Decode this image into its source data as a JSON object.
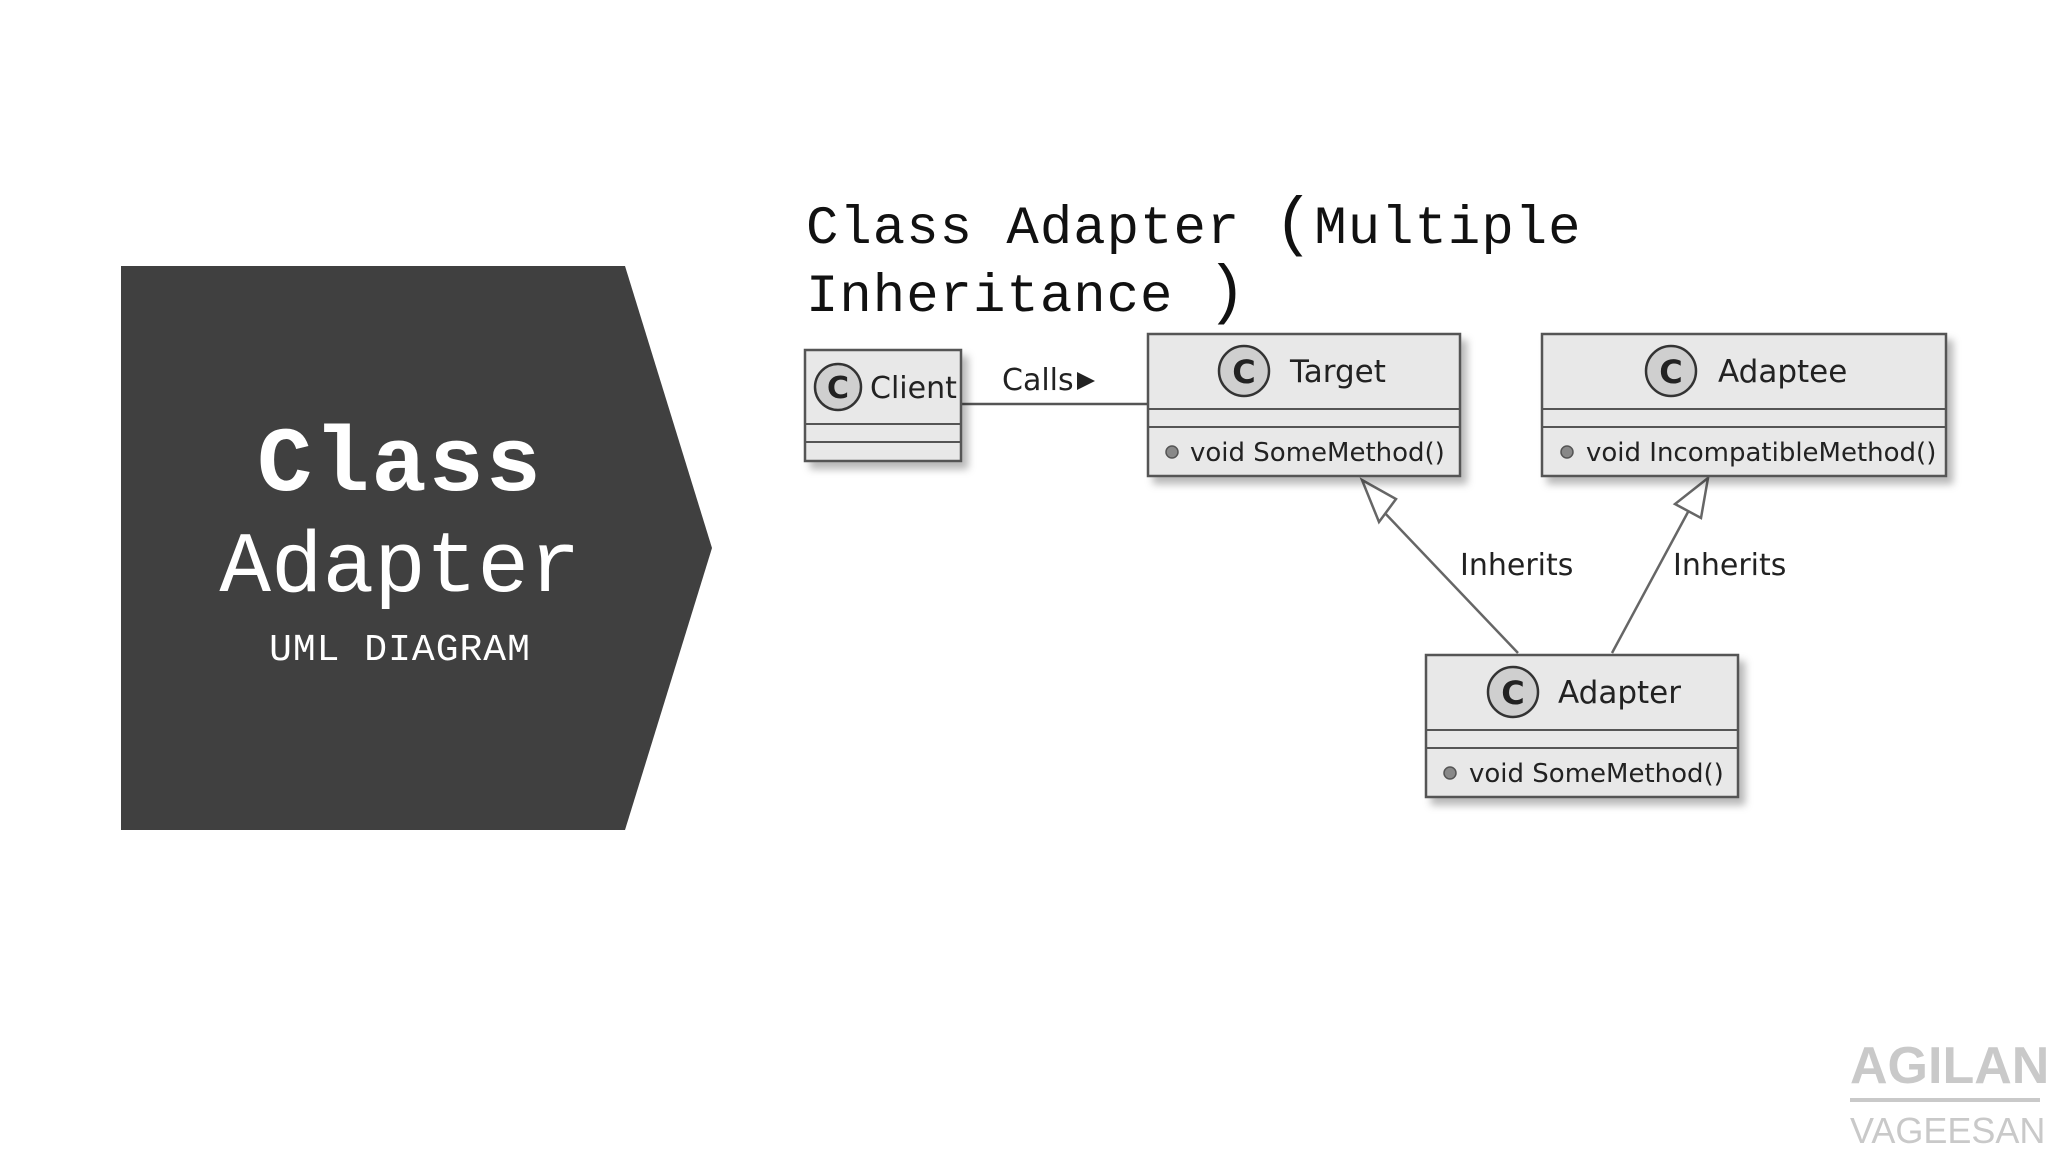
{
  "left_panel": {
    "title_line1": "Class",
    "title_line2": "Adapter",
    "subtitle": "UML DIAGRAM",
    "background_color": "#404040"
  },
  "diagram": {
    "heading_part1": "Class Adapter ",
    "heading_paren_open": "(",
    "heading_part2": "Multiple",
    "heading_line2": "Inheritance ",
    "heading_paren_close": ")",
    "classes": {
      "client": {
        "stereotype": "C",
        "name": "Client",
        "members": []
      },
      "target": {
        "stereotype": "C",
        "name": "Target",
        "members": [
          "void SomeMethod()"
        ]
      },
      "adaptee": {
        "stereotype": "C",
        "name": "Adaptee",
        "members": [
          "void IncompatibleMethod()"
        ]
      },
      "adapter": {
        "stereotype": "C",
        "name": "Adapter",
        "members": [
          "void SomeMethod()"
        ]
      }
    },
    "relations": {
      "calls_label": "Calls",
      "inherits_target_label": "Inherits",
      "inherits_adaptee_label": "Inherits"
    }
  },
  "watermark": {
    "line1": "AGILAN",
    "line2": "VAGEESAN"
  }
}
